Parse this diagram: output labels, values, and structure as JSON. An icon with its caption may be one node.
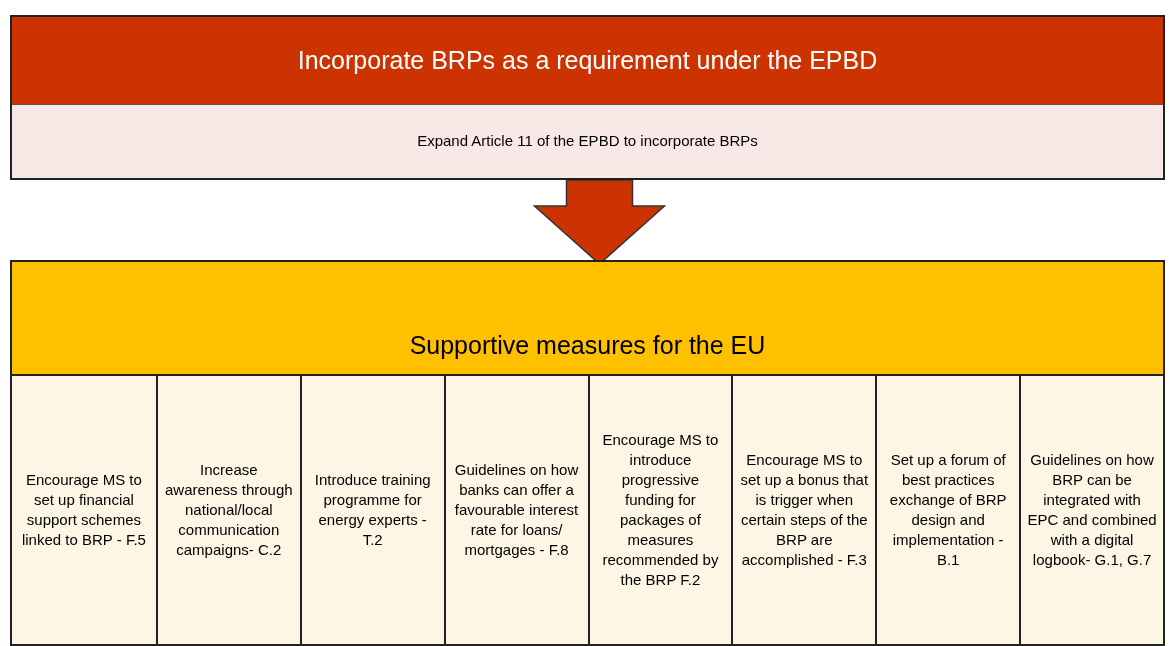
{
  "diagram": {
    "nodes": [
      {
        "text": [
          "Incorporate BRPs as a requirement under the EPBD",
          "Expand Article 11 of the EPBD to incorporate BRPs"
        ]
      },
      {
        "text": [
          "Supportive measures for the EU"
        ]
      },
      {
        "text": [
          "Encourage MS to set up financial support schemes linked to BRP - F.5"
        ],
        "in": 1
      },
      {
        "text": [
          "Increase awareness through national/local communication campaigns- C.2"
        ],
        "in": 1
      },
      {
        "text": [
          "Introduce training programme for energy experts - T.2"
        ],
        "in": 1
      },
      {
        "text": [
          "Guidelines on how banks can offer a favourable interest rate for loans/ mortgages - F.8"
        ],
        "in": 1
      },
      {
        "text": [
          "Encourage MS to introduce progressive funding for packages of measures recommended by the BRP F.2"
        ],
        "in": 1
      },
      {
        "text": [
          "Encourage MS to set up a bonus that is trigger when certain steps of the BRP are accomplished - F.3"
        ],
        "in": 1
      },
      {
        "text": [
          "Set up a forum of best practices exchange of BRP design and implementation - B.1"
        ],
        "in": 1
      },
      {
        "text": [
          "Guidelines on how BRP can be integrated with EPC and combined with a digital logbook- G.1, G.7"
        ],
        "in": 1
      }
    ],
    "edges": [
      {
        "from": 0,
        "to": 1,
        "arrow": "to",
        "style": "thick"
      }
    ]
  }
}
